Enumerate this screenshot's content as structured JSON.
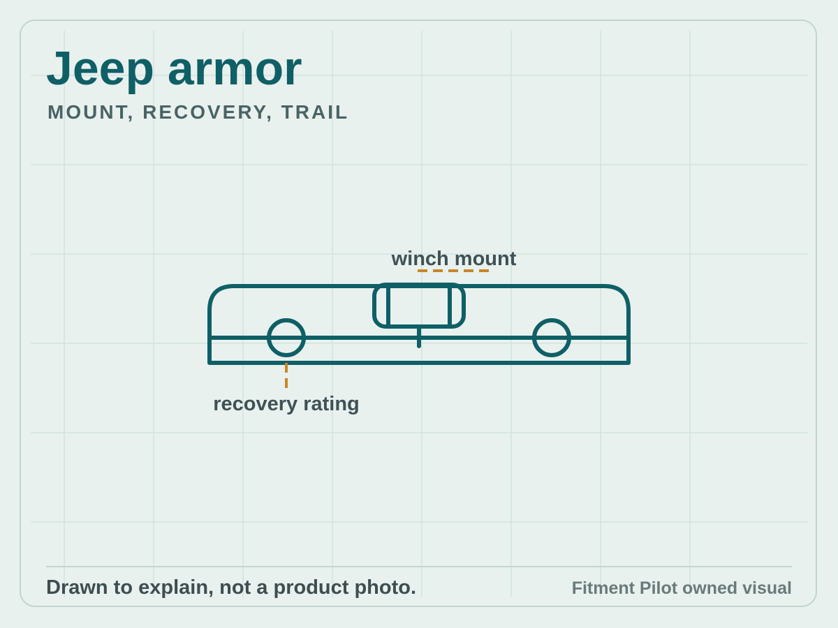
{
  "header": {
    "title": "Jeep armor",
    "subtitle": "MOUNT, RECOVERY, TRAIL"
  },
  "diagram": {
    "callouts": {
      "winch_mount": "winch mount",
      "recovery_rating": "recovery rating"
    }
  },
  "footer": {
    "disclaimer": "Drawn to explain, not a product photo.",
    "credit": "Fitment Pilot owned visual"
  },
  "colors": {
    "background": "#e8f1ee",
    "primary": "#0f5f66",
    "accent": "#c8862a",
    "text": "#3f5256",
    "grid": "#d3e2de"
  }
}
